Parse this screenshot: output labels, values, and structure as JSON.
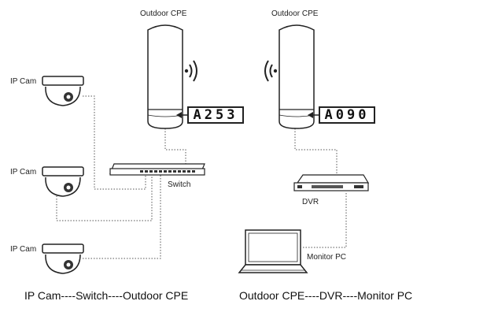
{
  "labels": {
    "cpe_left": "Outdoor CPE",
    "cpe_right": "Outdoor CPE",
    "cam1": "IP Cam",
    "cam2": "IP Cam",
    "cam3": "IP Cam",
    "switch": "Switch",
    "dvr": "DVR",
    "monitor_pc": "Monitor PC"
  },
  "codes": {
    "left": "A253",
    "right": "A090"
  },
  "captions": {
    "left": "IP Cam----Switch----Outdoor CPE",
    "right": "Outdoor CPE----DVR----Monitor PC"
  }
}
